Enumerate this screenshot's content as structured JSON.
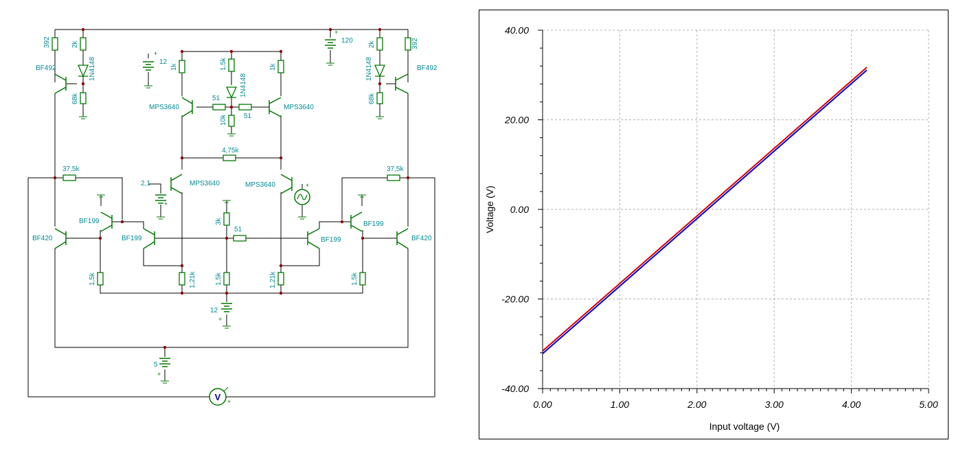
{
  "schematic": {
    "labels": {
      "r392_l": "392",
      "r2k_l": "2k",
      "d_l": "1N4148",
      "q_l": "BF492",
      "r68k_l": "68k",
      "r392_r": "392",
      "r2k_r": "2k",
      "d_r": "1N4148",
      "q_r": "BF492",
      "r68k_r": "68k",
      "v120": "120",
      "v12_top": "12",
      "r1k_l": "1k",
      "r15k_top": "1,5k",
      "d_mid": "1N4148",
      "r1k_r": "1k",
      "mps_tl": "MPS3640",
      "mps_tr": "MPS3640",
      "r51_l": "51",
      "r51_r": "51",
      "r10k": "10k",
      "r475k": "4,75k",
      "r375k_l": "37,5k",
      "r375k_r": "37,5k",
      "v21": "2,1",
      "mps_ml": "MPS3640",
      "mps_mr": "MPS3640",
      "bf199_tl": "BF199",
      "bf199_tr": "BF199",
      "bf199_ml": "BF199",
      "bf199_mr": "BF199",
      "bf420_l": "BF420",
      "bf420_r": "BF420",
      "r3k": "3k",
      "r51_m": "51",
      "r15k_l": "1,5k",
      "r121k_l": "1,21k",
      "r15k_m": "1,5k",
      "r121k_r": "1,21k",
      "r15k_r": "1,5k",
      "v12_bot": "12",
      "v5": "5",
      "meter": "V"
    }
  },
  "chart_data": {
    "type": "line",
    "xlabel": "Input voltage (V)",
    "ylabel": "Voltage (V)",
    "xlim": [
      0,
      5
    ],
    "ylim": [
      -40,
      40
    ],
    "xticks": [
      "0.00",
      "1.00",
      "2.00",
      "3.00",
      "4.00",
      "5.00"
    ],
    "yticks": [
      "40.00",
      "20.00",
      "0.00",
      "-20.00",
      "-40.00"
    ],
    "grid": true,
    "series": [
      {
        "color": "#cc0000",
        "x": [
          0,
          4.2
        ],
        "y": [
          -31.6,
          31.7
        ]
      },
      {
        "color": "#0000dd",
        "x": [
          0,
          4.2
        ],
        "y": [
          -32.2,
          31.1
        ]
      }
    ]
  }
}
